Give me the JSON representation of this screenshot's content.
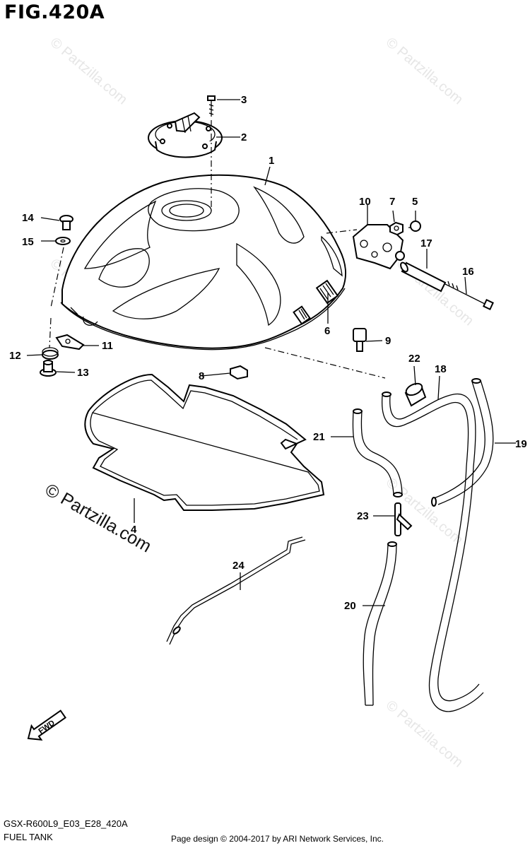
{
  "figure": {
    "title": "FIG.420A",
    "code": "GSX-R600L9_E03_E28_420A",
    "name": "FUEL TANK"
  },
  "footer": {
    "copyright": "Page design © 2004-2017 by ARI Network Services, Inc."
  },
  "watermark": {
    "text": "© Partzilla.com"
  },
  "fwd_label": "FWD",
  "callouts": {
    "c1": "1",
    "c2": "2",
    "c3": "3",
    "c4": "4",
    "c5": "5",
    "c6": "6",
    "c7": "7",
    "c8": "8",
    "c9": "9",
    "c10": "10",
    "c11": "11",
    "c12": "12",
    "c13": "13",
    "c14": "14",
    "c15": "15",
    "c16": "16",
    "c17": "17",
    "c18": "18",
    "c19": "19",
    "c20": "20",
    "c21": "21",
    "c22": "22",
    "c23": "23",
    "c24": "24"
  },
  "colors": {
    "ink": "#000000",
    "paper": "#ffffff",
    "watermark": "#e6e6e6"
  }
}
